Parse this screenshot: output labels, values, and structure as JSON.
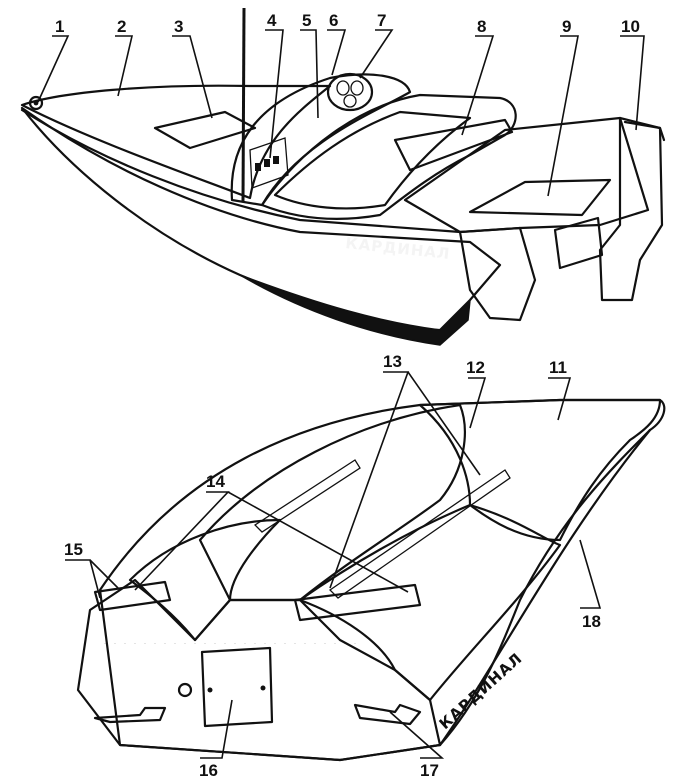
{
  "colors": {
    "ink": "#111111",
    "paper": "#ffffff",
    "stipple": "#2a2a2a"
  },
  "callouts": {
    "c1": "1",
    "c2": "2",
    "c3": "3",
    "c4": "4",
    "c5": "5",
    "c6": "6",
    "c7": "7",
    "c8": "8",
    "c9": "9",
    "c10": "10",
    "c11": "11",
    "c12": "12",
    "c13": "13",
    "c14": "14",
    "c15": "15",
    "c16": "16",
    "c17": "17",
    "c18": "18"
  },
  "boat": {
    "name_top": "КАРДИНАЛ",
    "name_bottom": "КАРДИНАЛ"
  }
}
